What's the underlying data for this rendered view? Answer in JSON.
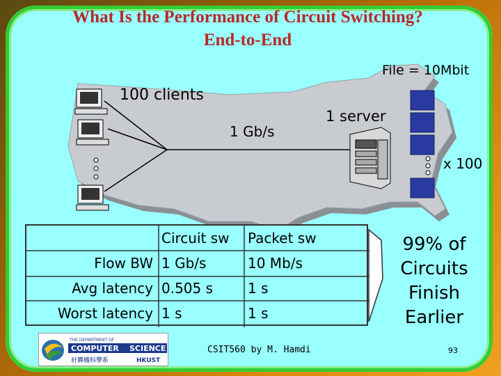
{
  "slide": {
    "title_line1": "What Is the Performance of Circuit Switching?",
    "title_line2": "End-to-End"
  },
  "diagram": {
    "file_label": "File = 10Mbit",
    "clients_label": "100 clients",
    "server_label": "1 server",
    "link_label": "1 Gb/s",
    "multiplier_label": "x 100"
  },
  "table": {
    "headers": [
      "",
      "Circuit sw",
      "Packet sw"
    ],
    "rows": [
      [
        "Flow BW",
        "1 Gb/s",
        "10 Mb/s"
      ],
      [
        "Avg latency",
        "0.505 s",
        "1 s"
      ],
      [
        "Worst latency",
        "1 s",
        "1 s"
      ]
    ]
  },
  "conclusion": [
    "99% of",
    "Circuits",
    "Finish",
    "Earlier"
  ],
  "logo": {
    "line1": "THE DEPARTMENT OF",
    "line2a": "COMPUTER",
    "line2b": "SCIENCE",
    "line3a": "計算機科學系",
    "line3b": "HKUST"
  },
  "footer": {
    "credit": "CSIT560 by M. Hamdi",
    "page": "93"
  },
  "colors": {
    "title": "#b52a2a",
    "slide_bg": "#99ffff",
    "border": "#33cc33",
    "file_block": "#2a3aa0",
    "map_fill": "#c8ccd0"
  }
}
